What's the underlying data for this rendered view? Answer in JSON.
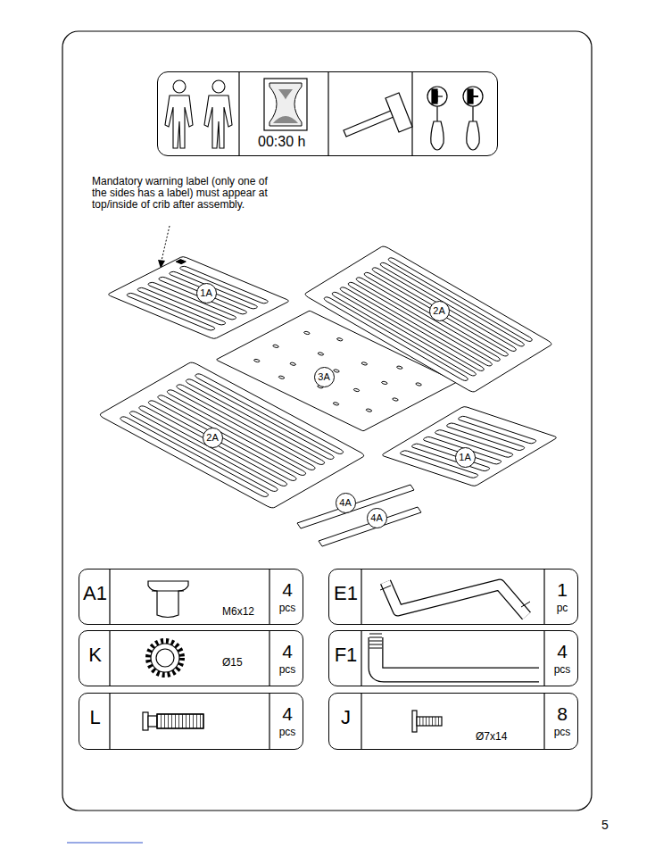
{
  "diagram": {
    "nodes": [
      {
        "text": [
          "00:30 h"
        ]
      },
      {
        "text": [
          "1A"
        ]
      },
      {
        "text": [
          "2A"
        ]
      },
      {
        "text": [
          "3A"
        ]
      },
      {
        "text": [
          "2A"
        ]
      },
      {
        "text": [
          "1A"
        ]
      },
      {
        "text": [
          "4A"
        ]
      },
      {
        "text": [
          "4A"
        ]
      },
      {
        "text": [
          "A1",
          "M6x12",
          "4",
          "pcs"
        ]
      },
      {
        "text": [
          "E1",
          "1",
          "pc"
        ]
      },
      {
        "text": [
          "K",
          "Ø15",
          "4",
          "pcs"
        ]
      },
      {
        "text": [
          "F1",
          "4",
          "pcs"
        ]
      },
      {
        "text": [
          "L",
          "4",
          "pcs"
        ]
      },
      {
        "text": [
          "J",
          "Ø7x14",
          "8",
          "pcs"
        ]
      }
    ],
    "labels": [
      "Mandatory warning label (only one of the sides has a label) must appear at top/inside of crib after assembly.",
      "5"
    ]
  }
}
